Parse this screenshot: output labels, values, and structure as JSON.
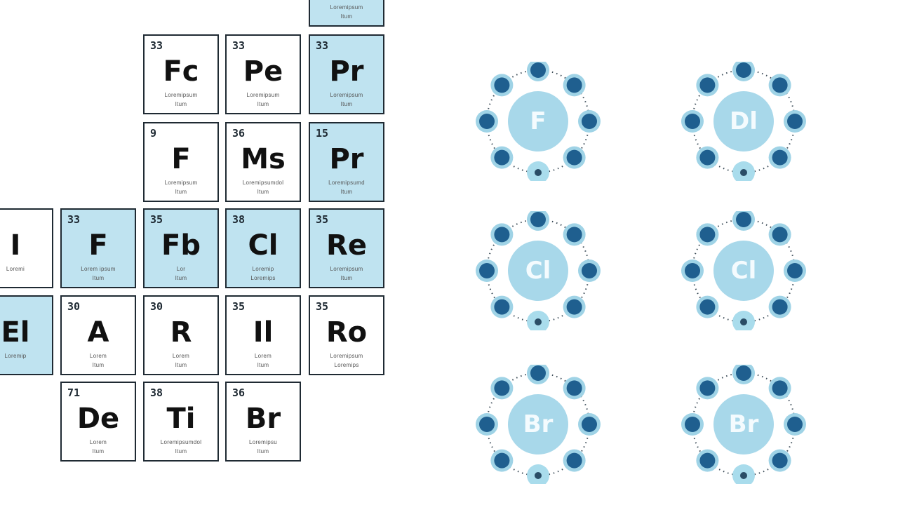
{
  "periodic_grid": {
    "cells": [
      {
        "num": "",
        "sym": "",
        "line1": "Loremipsum",
        "line2": "Itum",
        "shaded": true
      },
      {
        "num": "33",
        "sym": "Fc",
        "line1": "Loremipsum",
        "line2": "Itum",
        "shaded": false
      },
      {
        "num": "33",
        "sym": "Pe",
        "line1": "Loremipsum",
        "line2": "Itum",
        "shaded": false
      },
      {
        "num": "33",
        "sym": "Pr",
        "line1": "Loremipsum",
        "line2": "Itum",
        "shaded": true
      },
      {
        "num": "9",
        "sym": "F",
        "line1": "Loremipsum",
        "line2": "Itum",
        "shaded": false
      },
      {
        "num": "36",
        "sym": "Ms",
        "line1": "Loremipsumdol",
        "line2": "Itum",
        "shaded": false
      },
      {
        "num": "15",
        "sym": "Pr",
        "line1": "Loremipsumd",
        "line2": "Itum",
        "shaded": true
      },
      {
        "num": "",
        "sym": "I",
        "line1": "Loremi",
        "line2": "",
        "shaded": false
      },
      {
        "num": "33",
        "sym": "F",
        "line1": "Lorem ipsum",
        "line2": "Itum",
        "shaded": true
      },
      {
        "num": "35",
        "sym": "Fb",
        "line1": "Lor",
        "line2": "Itum",
        "shaded": true
      },
      {
        "num": "38",
        "sym": "Cl",
        "line1": "Loremip",
        "line2": "Loremips",
        "shaded": true
      },
      {
        "num": "35",
        "sym": "Re",
        "line1": "Loremipsum",
        "line2": "Itum",
        "shaded": true
      },
      {
        "num": "",
        "sym": "El",
        "line1": "Loremip",
        "line2": "",
        "shaded": true
      },
      {
        "num": "30",
        "sym": "A",
        "line1": "Lorem",
        "line2": "Itum",
        "shaded": false
      },
      {
        "num": "30",
        "sym": "R",
        "line1": "Lorem",
        "line2": "Itum",
        "shaded": false
      },
      {
        "num": "35",
        "sym": "Il",
        "line1": "Lorem",
        "line2": "Itum",
        "shaded": false
      },
      {
        "num": "35",
        "sym": "Ro",
        "line1": "Loremipsum",
        "line2": "Loremips",
        "shaded": false
      },
      {
        "num": "71",
        "sym": "De",
        "line1": "Lorem",
        "line2": "Itum",
        "shaded": false
      },
      {
        "num": "38",
        "sym": "Ti",
        "line1": "Loremipsumdol",
        "line2": "Itum",
        "shaded": false
      },
      {
        "num": "36",
        "sym": "Br",
        "line1": "Loremipsu",
        "line2": "Itum",
        "shaded": false
      }
    ]
  },
  "atoms": [
    {
      "sym": "F"
    },
    {
      "sym": "Dl"
    },
    {
      "sym": "Cl"
    },
    {
      "sym": "Cl"
    },
    {
      "sym": "Br"
    },
    {
      "sym": "Br"
    }
  ],
  "colors": {
    "cell_shaded": "#bfe3f0",
    "cell_border": "#1f2a33",
    "nucleus": "#a8d8ea",
    "electron_dark": "#1f5f8f",
    "electron_light": "#9fd3e6"
  }
}
